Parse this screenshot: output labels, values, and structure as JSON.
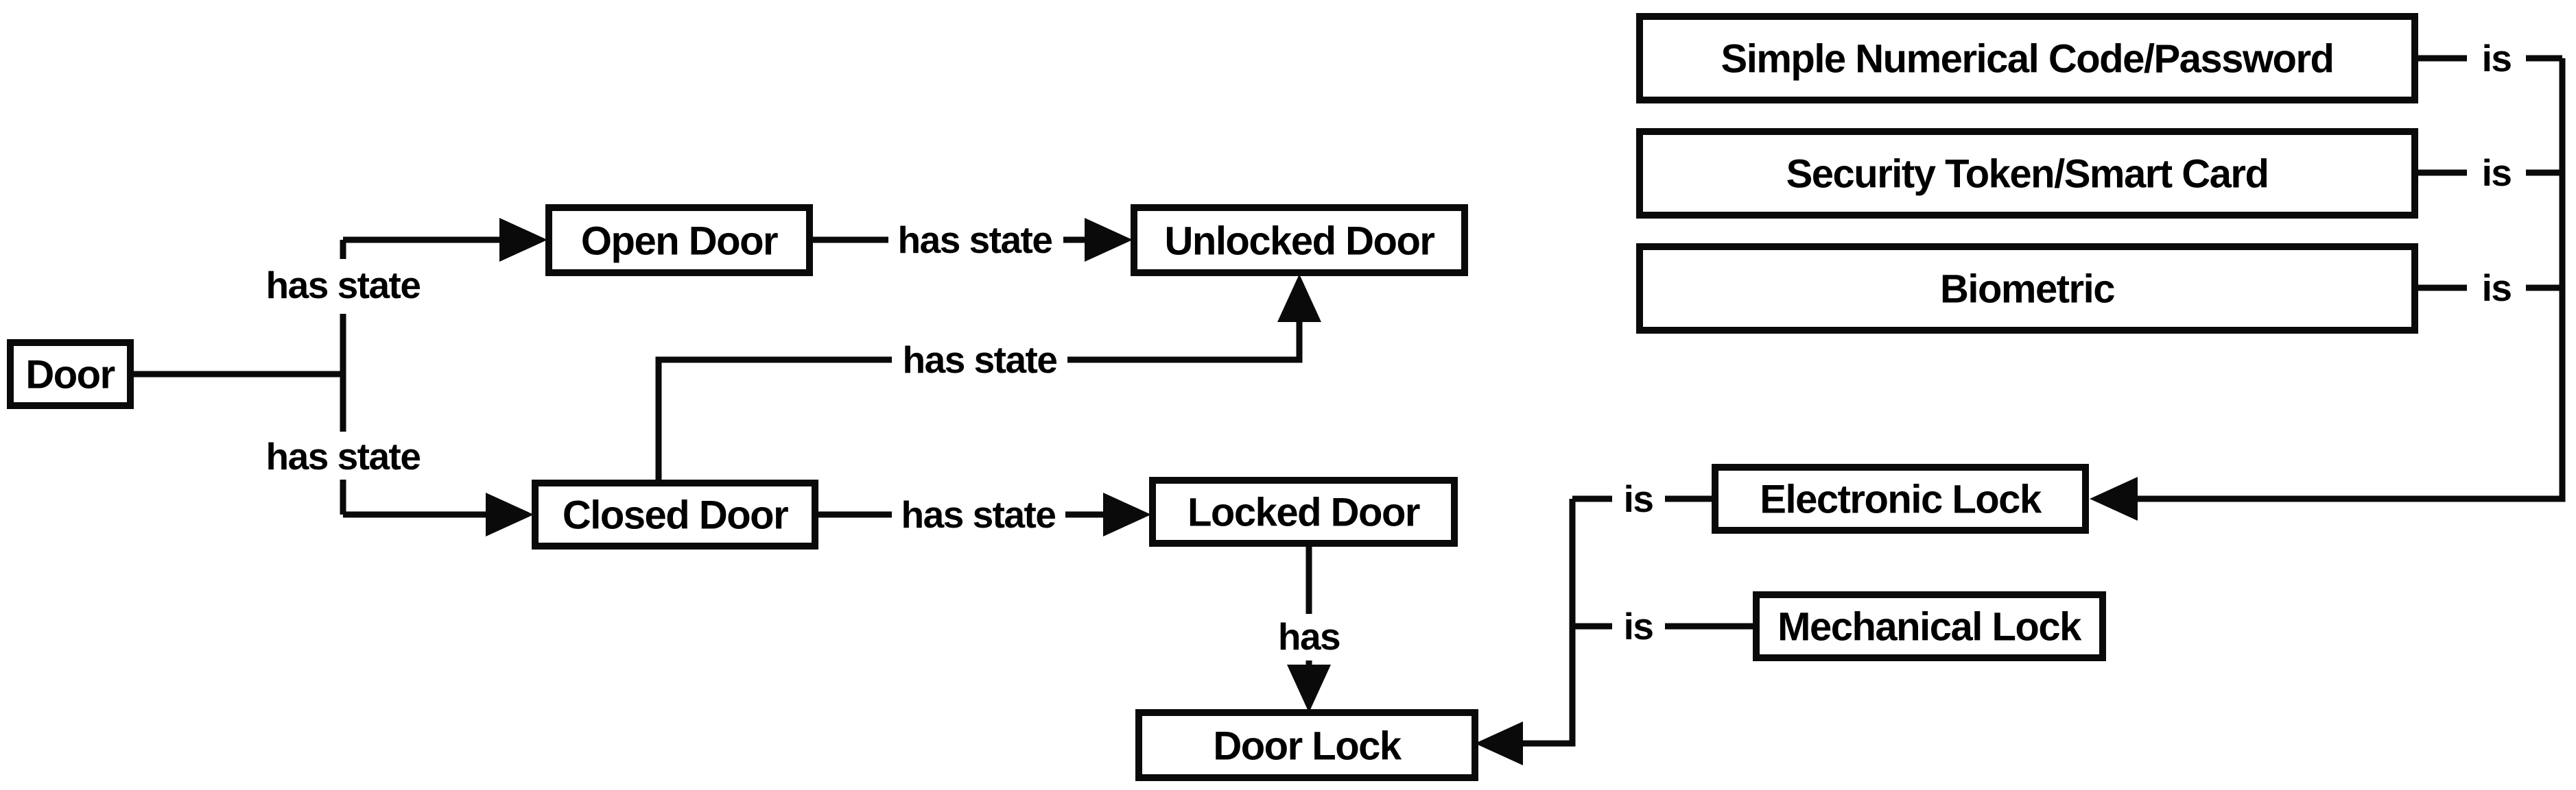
{
  "diagram": {
    "type": "concept-map",
    "colors": {
      "background": "#ffffff",
      "ink": "#0a0a0a",
      "box_fill": "#ffffff"
    },
    "nodes": {
      "door": "Door",
      "open_door": "Open Door",
      "unlocked_door": "Unlocked Door",
      "closed_door": "Closed Door",
      "locked_door": "Locked Door",
      "door_lock": "Door Lock",
      "electronic_lock": "Electronic Lock",
      "mechanical_lock": "Mechanical Lock",
      "simple_code": "Simple Numerical Code/Password",
      "security_token": "Security Token/Smart Card",
      "biometric": "Biometric"
    },
    "edge_labels": {
      "door_open": "has state",
      "door_closed": "has state",
      "open_unlocked": "has state",
      "closed_unlocked": "has state",
      "closed_locked": "has state",
      "locked_doorlock": "has",
      "electronic_is": "is",
      "mechanical_is": "is",
      "simple_is": "is",
      "token_is": "is",
      "biometric_is": "is"
    }
  }
}
